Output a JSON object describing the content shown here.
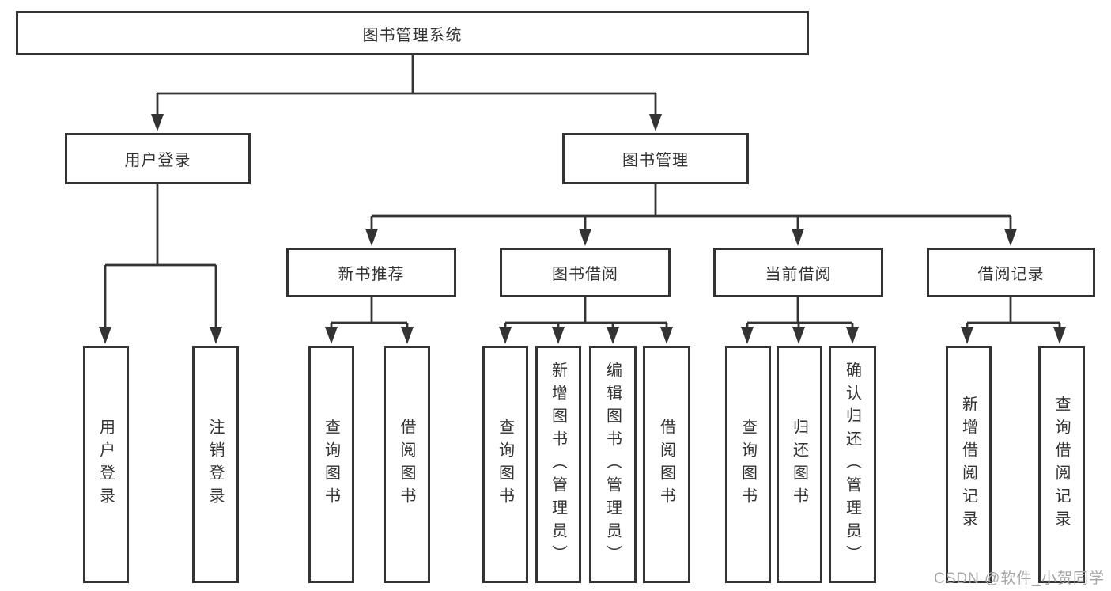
{
  "tree": {
    "root": {
      "label": "图书管理系统"
    },
    "children": [
      {
        "label": "用户登录",
        "children": [
          {
            "label": "用户登录"
          },
          {
            "label": "注销登录"
          }
        ]
      },
      {
        "label": "图书管理",
        "children": [
          {
            "label": "新书推荐",
            "children": [
              {
                "label": "查询图书"
              },
              {
                "label": "借阅图书"
              }
            ]
          },
          {
            "label": "图书借阅",
            "children": [
              {
                "label": "查询图书"
              },
              {
                "label": "新增图书（管理员）"
              },
              {
                "label": "编辑图书（管理员）"
              },
              {
                "label": "借阅图书"
              }
            ]
          },
          {
            "label": "当前借阅",
            "children": [
              {
                "label": "查询图书"
              },
              {
                "label": "归还图书"
              },
              {
                "label": "确认归还（管理员）"
              }
            ]
          },
          {
            "label": "借阅记录",
            "children": [
              {
                "label": "新增借阅记录"
              },
              {
                "label": "查询借阅记录"
              }
            ]
          }
        ]
      }
    ]
  },
  "watermark": {
    "text": "CSDN @软件_小贺同学"
  },
  "colors": {
    "line": "#333333",
    "text": "#333333",
    "watermark_text": "#a6a6a6",
    "background": "#ffffff"
  }
}
